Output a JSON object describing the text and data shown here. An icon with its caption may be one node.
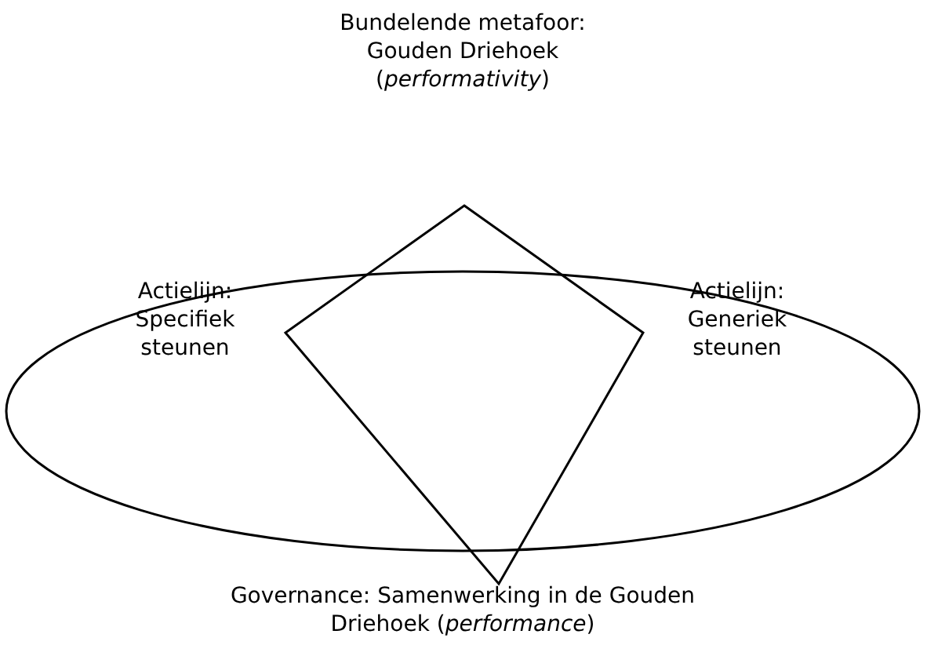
{
  "diagram": {
    "nodes": [
      {
        "text": [
          "Bundelende metafoor: Gouden Driehoek (*performativity*)",
          "Governance: Samenwerking in de Gouden Driehoek (*performance*)"
        ]
      },
      {
        "text": [
          "Actielijn: Specifiek steunen",
          "Actielijn: Generiek steunen"
        ]
      }
    ]
  }
}
